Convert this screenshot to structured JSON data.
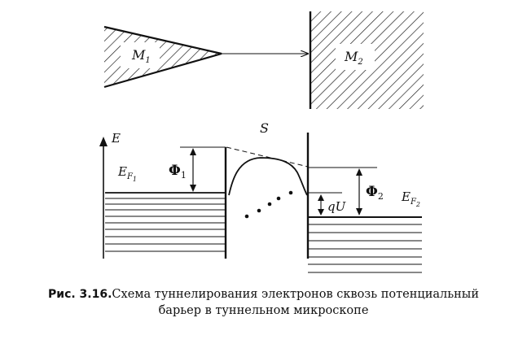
{
  "labels": {
    "m1": "M",
    "m1_sub": "1",
    "m2": "M",
    "m2_sub": "2",
    "energy_axis": "E",
    "gap": "S",
    "ef1": "E",
    "ef1_sub": "F",
    "ef1_subsub": "1",
    "ef2": "E",
    "ef2_sub": "F",
    "ef2_subsub": "2",
    "phi1": "Φ",
    "phi1_sub": "1",
    "phi2": "Φ",
    "phi2_sub": "2",
    "bias": "qU"
  },
  "caption": {
    "label": "Рис. 3.16.",
    "line1": "Схема туннелирования электронов сквозь потенциальный",
    "line2": "барьер в туннельном микроскопе"
  }
}
